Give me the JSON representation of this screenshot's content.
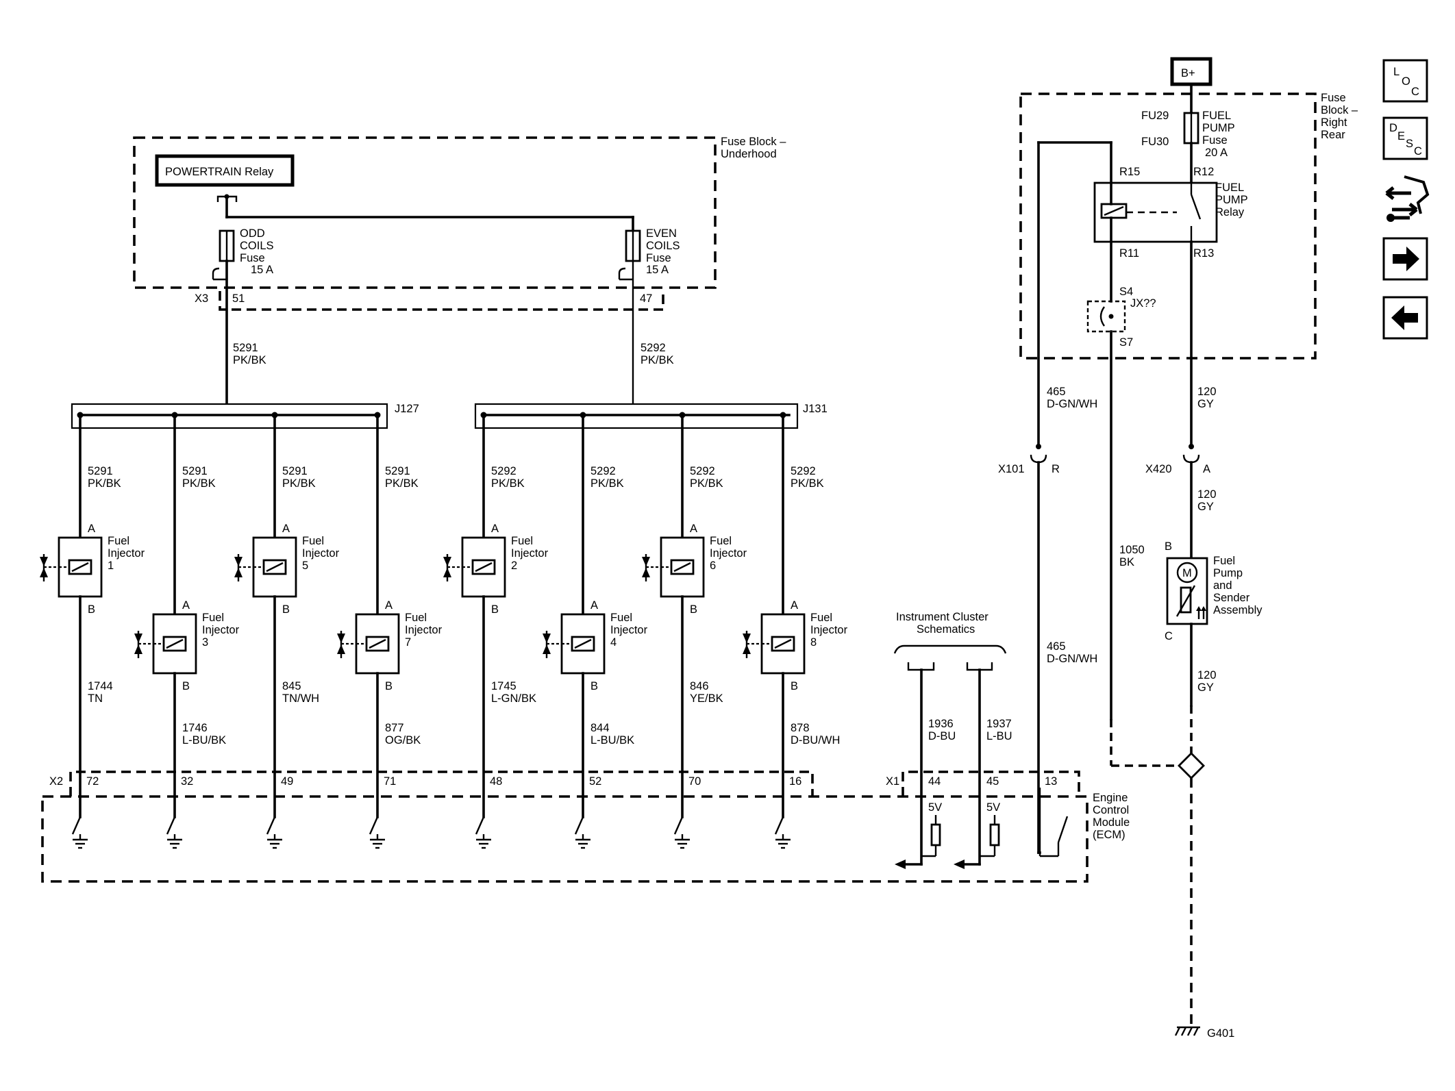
{
  "fuse_block_underhood": {
    "label_lines": [
      "Fuse Block –",
      "Underhood"
    ],
    "powertrain_relay": "POWERTRAIN Relay",
    "odd_fuse": [
      "ODD",
      "COILS",
      "Fuse",
      "15 A"
    ],
    "even_fuse": [
      "EVEN",
      "COILS",
      "Fuse",
      "15 A"
    ],
    "connector": "X3",
    "pin_odd": "51",
    "pin_even": "47"
  },
  "fuse_block_rear": {
    "label_lines": [
      "Fuse",
      "Block –",
      "Right",
      "Rear"
    ],
    "battery": "B+",
    "fuse_fu29": "FU29",
    "fuse_fu30": "FU30",
    "fuel_pump_fuse": [
      "FUEL",
      "PUMP",
      "Fuse",
      "20 A"
    ],
    "relay_label": [
      "FUEL",
      "PUMP",
      "Relay"
    ],
    "r15": "R15",
    "r12": "R12",
    "r11": "R11",
    "r13": "R13",
    "s4": "S4",
    "s7": "S7",
    "jx": "JX??"
  },
  "feeds": {
    "odd": [
      "5291",
      "PK/BK"
    ],
    "even": [
      "5292",
      "PK/BK"
    ]
  },
  "splices": {
    "j127": "J127",
    "j131": "J131"
  },
  "injectors": [
    {
      "label": [
        "Fuel",
        "Injector",
        "1"
      ],
      "feed": [
        "5291",
        "PK/BK"
      ],
      "pin_a": "A",
      "pin_b": "B",
      "out_wire": [
        "1744",
        "TN"
      ],
      "ecm_pin": "72"
    },
    {
      "label": [
        "Fuel",
        "Injector",
        "3"
      ],
      "feed": [
        "5291",
        "PK/BK"
      ],
      "pin_a": "A",
      "pin_b": "B",
      "out_wire": [
        "1746",
        "L-BU/BK"
      ],
      "ecm_pin": "32"
    },
    {
      "label": [
        "Fuel",
        "Injector",
        "5"
      ],
      "feed": [
        "5291",
        "PK/BK"
      ],
      "pin_a": "A",
      "pin_b": "B",
      "out_wire": [
        "845",
        "TN/WH"
      ],
      "ecm_pin": "49"
    },
    {
      "label": [
        "Fuel",
        "Injector",
        "7"
      ],
      "feed": [
        "5291",
        "PK/BK"
      ],
      "pin_a": "A",
      "pin_b": "B",
      "out_wire": [
        "877",
        "OG/BK"
      ],
      "ecm_pin": "71"
    },
    {
      "label": [
        "Fuel",
        "Injector",
        "2"
      ],
      "feed": [
        "5292",
        "PK/BK"
      ],
      "pin_a": "A",
      "pin_b": "B",
      "out_wire": [
        "1745",
        "L-GN/BK"
      ],
      "ecm_pin": "48"
    },
    {
      "label": [
        "Fuel",
        "Injector",
        "4"
      ],
      "feed": [
        "5292",
        "PK/BK"
      ],
      "pin_a": "A",
      "pin_b": "B",
      "out_wire": [
        "844",
        "L-BU/BK"
      ],
      "ecm_pin": "52"
    },
    {
      "label": [
        "Fuel",
        "Injector",
        "6"
      ],
      "feed": [
        "5292",
        "PK/BK"
      ],
      "pin_a": "A",
      "pin_b": "B",
      "out_wire": [
        "846",
        "YE/BK"
      ],
      "ecm_pin": "70"
    },
    {
      "label": [
        "Fuel",
        "Injector",
        "8"
      ],
      "feed": [
        "5292",
        "PK/BK"
      ],
      "pin_a": "A",
      "pin_b": "B",
      "out_wire": [
        "878",
        "D-BU/WH"
      ],
      "ecm_pin": "16"
    }
  ],
  "ecm": {
    "label_lines": [
      "Engine",
      "Control",
      "Module",
      "(ECM)"
    ],
    "x2": "X2",
    "x1": "X1",
    "pin44": "44",
    "pin45": "45",
    "pin13": "13",
    "v5a": "5V",
    "v5b": "5V"
  },
  "instrument_cluster": {
    "label_lines": [
      "Instrument Cluster",
      "Schematics"
    ],
    "wire1": [
      "1936",
      "D-BU"
    ],
    "wire2": [
      "1937",
      "L-BU"
    ]
  },
  "pump_circuit": {
    "w465_top": [
      "465",
      "D-GN/WH"
    ],
    "w465_bottom": [
      "465",
      "D-GN/WH"
    ],
    "w120_a": [
      "120",
      "GY"
    ],
    "w120_b": [
      "120",
      "GY"
    ],
    "w120_c": [
      "120",
      "GY"
    ],
    "w1050": [
      "1050",
      "BK"
    ],
    "x101": "X101",
    "x101_pin": "R",
    "x420": "X420",
    "x420_pin": "A",
    "pump_label": [
      "Fuel",
      "Pump",
      "and",
      "Sender",
      "Assembly"
    ],
    "pump_pin_b": "B",
    "pump_pin_c": "C",
    "motor": "M",
    "ground": "G401"
  },
  "nav": {
    "loc": [
      "L",
      "O",
      "C"
    ],
    "desc": [
      "D",
      "E",
      "S",
      "C"
    ]
  }
}
